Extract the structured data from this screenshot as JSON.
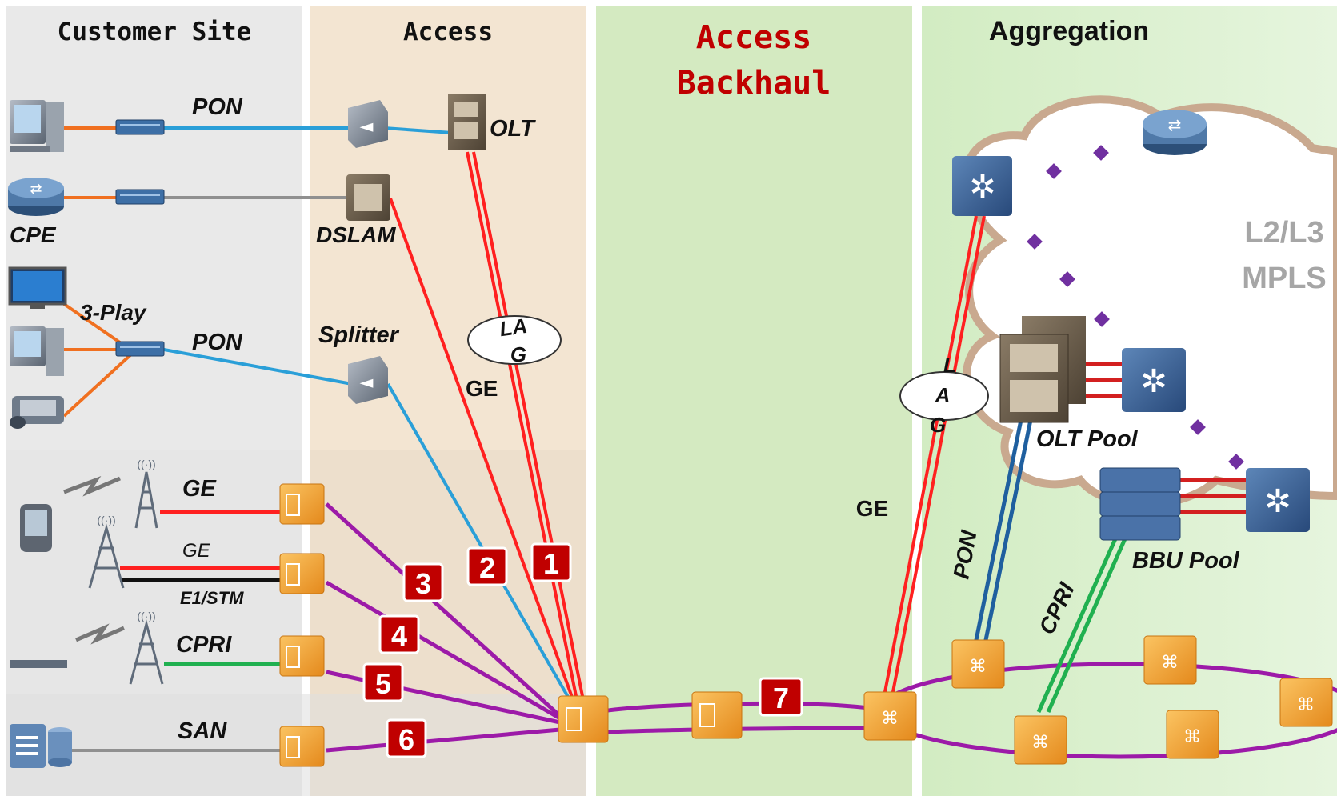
{
  "sections": {
    "customer_site": "Customer Site",
    "access": "Access",
    "access_backhaul_1": "Access",
    "access_backhaul_2": "Backhaul",
    "aggregation": "Aggregation"
  },
  "labels": {
    "pon_top": "PON",
    "olt": "OLT",
    "cpe": "CPE",
    "dslam": "DSLAM",
    "three_play": "3-Play",
    "pon_mid": "PON",
    "splitter": "Splitter",
    "lag_1": "LA",
    "lag_2": "G",
    "ge_access": "GE",
    "ge_mobile": "GE",
    "ge_mobile2": "GE",
    "e1stm": "E1/STM",
    "cpri_left": "CPRI",
    "san": "SAN",
    "l2l3": "L2/L3",
    "mpls": "MPLS",
    "lag_agg_l": "L",
    "lag_agg_a": "A",
    "lag_agg_g": "G",
    "olt_pool": "OLT Pool",
    "ge_agg": "GE",
    "pon_agg": "PON",
    "cpri_agg": "CPRI",
    "bbu_pool": "BBU Pool"
  },
  "badges": [
    "1",
    "2",
    "3",
    "4",
    "5",
    "6",
    "7"
  ],
  "colors": {
    "customer_bg": "#e8e8e8",
    "access_bg": "#f3e6d4",
    "backhaul_bg": "#d6ecc4",
    "aggregation_bg": "#d9f0cc",
    "backhaul_title": "#c00000",
    "red_link": "#ff2020",
    "blue_link": "#2a9fd8",
    "purple_link": "#9c1aa8",
    "orange_link": "#f07020",
    "green_link": "#20b050",
    "dark_blue_link": "#1f5f9f",
    "badge": "#c00000",
    "device_orange": "#f3a93a",
    "mpls_dots": "#7030a0"
  }
}
